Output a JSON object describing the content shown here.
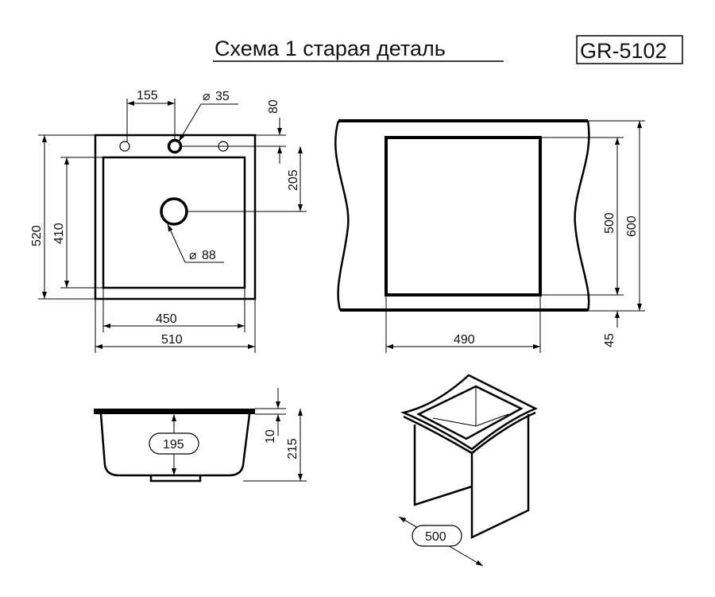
{
  "header": {
    "title": "Схема 1 старая деталь",
    "model": "GR-5102"
  },
  "top_view": {
    "dim_155": "155",
    "dim_hole": "35",
    "dim_80": "80",
    "dim_205": "205",
    "dim_520": "520",
    "dim_410": "410",
    "dim_drain": "88",
    "dim_450": "450",
    "dim_510": "510"
  },
  "cutout_view": {
    "dim_500": "500",
    "dim_600": "600",
    "dim_490": "490",
    "dim_45": "45"
  },
  "side_view": {
    "dim_195": "195",
    "dim_10": "10",
    "dim_215": "215"
  },
  "cabinet_view": {
    "dim_500": "500"
  },
  "symbols": {
    "diameter": "⌀"
  }
}
